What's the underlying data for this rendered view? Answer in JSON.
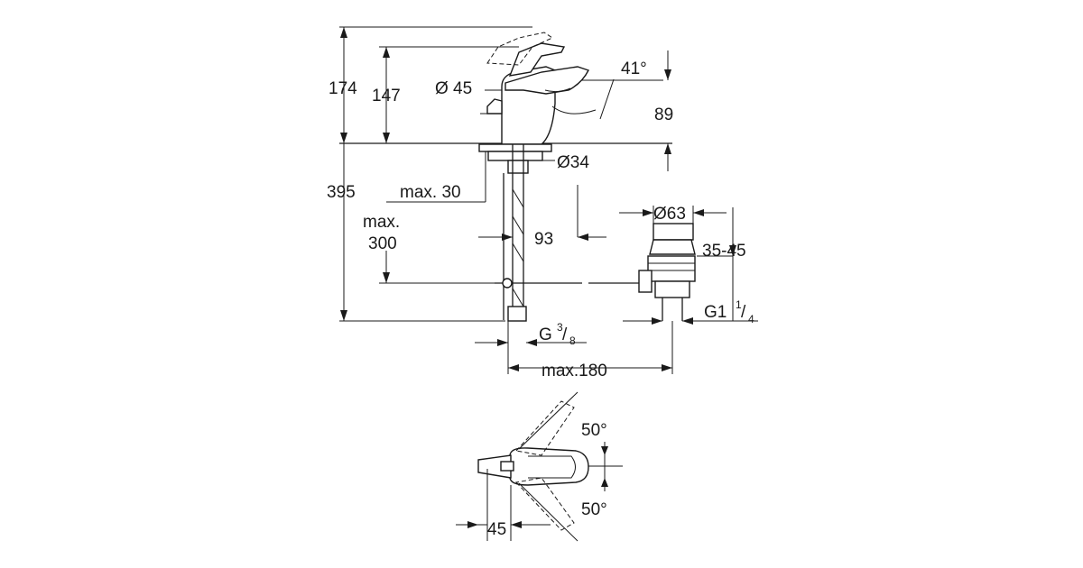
{
  "dimensions": {
    "total_height": "174",
    "spout_height": "147",
    "body_diameter": "Ø 45",
    "lever_angle": "41°",
    "spout_clearance": "89",
    "hole_diameter": "Ø34",
    "max_deck_thickness": "max. 30",
    "below_deck_total": "395",
    "max_drop_line1": "max.",
    "max_drop_line2": "300",
    "drain_offset": "93",
    "waste_diameter": "Ø63",
    "waste_range": "35-45",
    "waste_thread": "G1",
    "waste_thread_num": "1",
    "waste_thread_den": "4",
    "supply_thread": "G",
    "supply_thread_num": "3",
    "supply_thread_den": "8",
    "max_reach": "max.180",
    "swing_left": "50°",
    "swing_right": "50°",
    "handle_offset": "45"
  }
}
